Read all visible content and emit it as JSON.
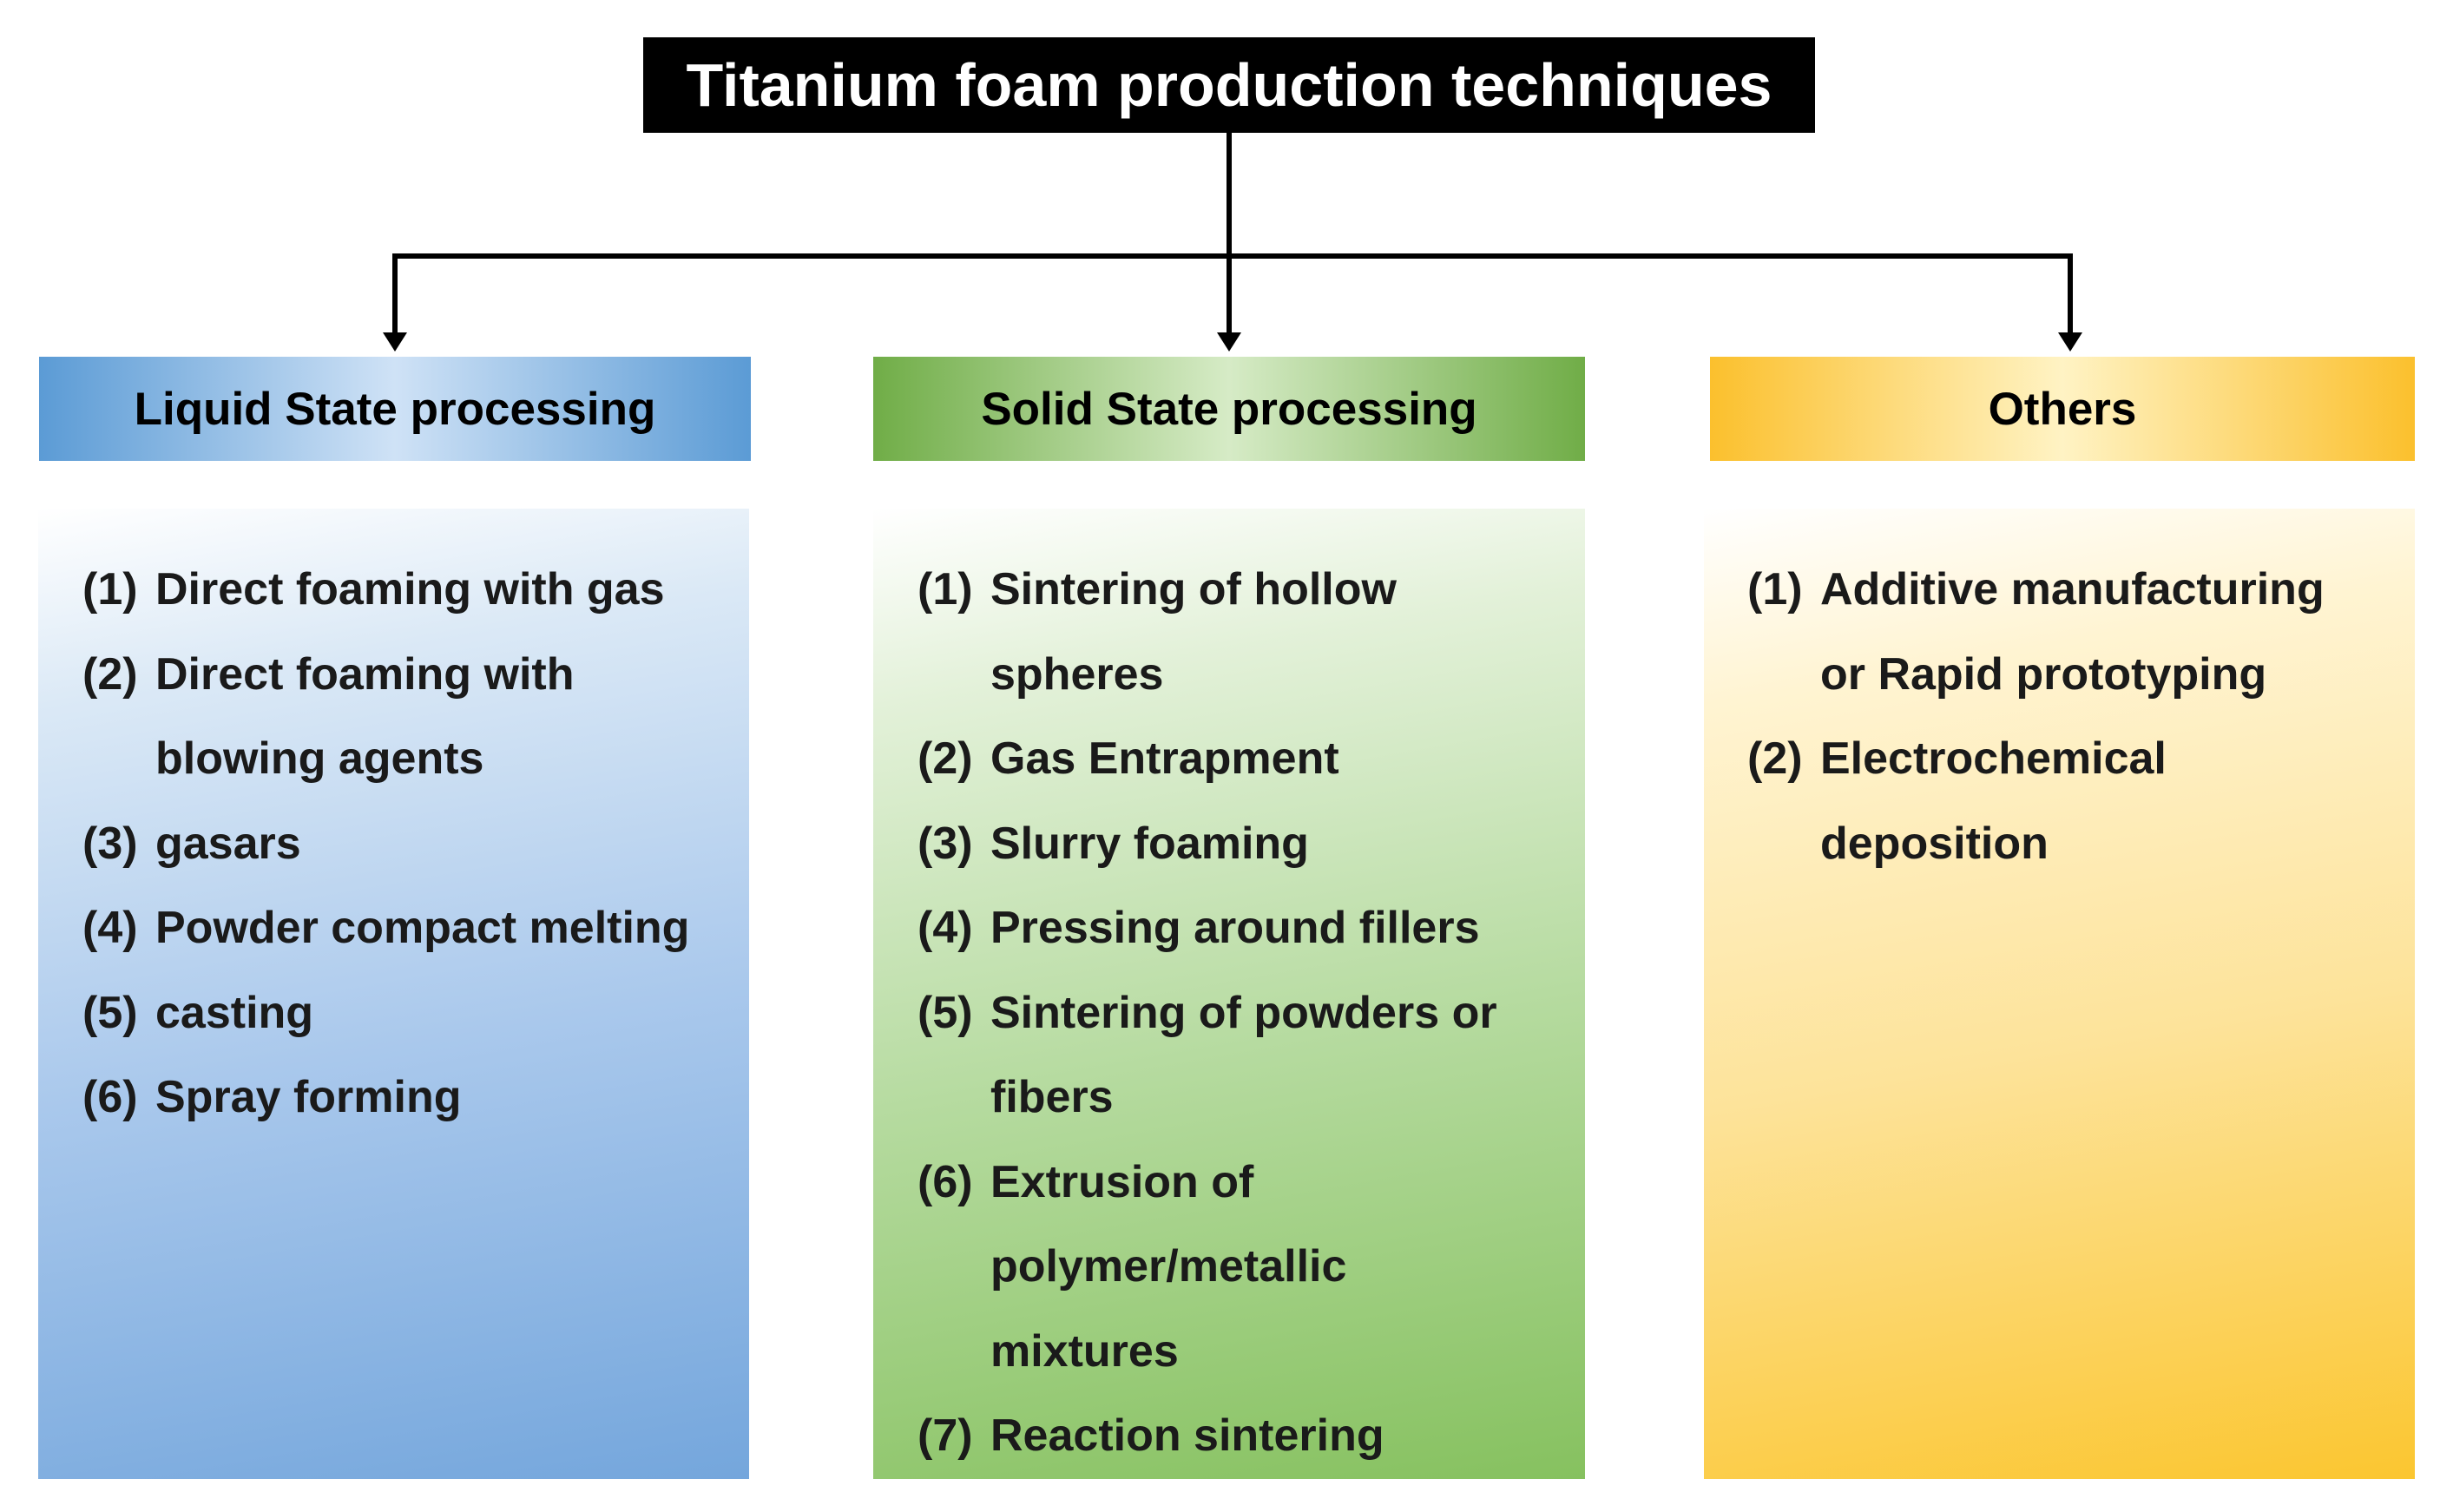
{
  "title": "Titanium foam production techniques",
  "colors": {
    "liquid_accent": "#5b9bd5",
    "solid_accent": "#70ad47",
    "others_accent": "#fbc02d",
    "root_background": "#000000"
  },
  "categories": [
    {
      "name": "Liquid State processing",
      "items": [
        {
          "num": "(1)",
          "text": "Direct foaming with gas"
        },
        {
          "num": "(2)",
          "text": "Direct foaming with\nblowing agents"
        },
        {
          "num": "(3)",
          "text": "gasars"
        },
        {
          "num": "(4)",
          "text": "Powder compact melting"
        },
        {
          "num": "(5)",
          "text": "casting"
        },
        {
          "num": "(6)",
          "text": "Spray forming"
        }
      ]
    },
    {
      "name": "Solid State processing",
      "items": [
        {
          "num": "(1)",
          "text": "Sintering of hollow\nspheres"
        },
        {
          "num": "(2)",
          "text": "Gas Entrapment"
        },
        {
          "num": "(3)",
          "text": "Slurry foaming"
        },
        {
          "num": "(4)",
          "text": "Pressing around fillers"
        },
        {
          "num": "(5)",
          "text": "Sintering of powders or\nfibers"
        },
        {
          "num": "(6)",
          "text": "Extrusion of\npolymer/metallic\nmixtures"
        },
        {
          "num": "(7)",
          "text": "Reaction sintering"
        }
      ]
    },
    {
      "name": "Others",
      "items": [
        {
          "num": "(1)",
          "text": "Additive manufacturing\nor Rapid prototyping"
        },
        {
          "num": "(2)",
          "text": "Electrochemical\ndeposition"
        }
      ]
    }
  ]
}
